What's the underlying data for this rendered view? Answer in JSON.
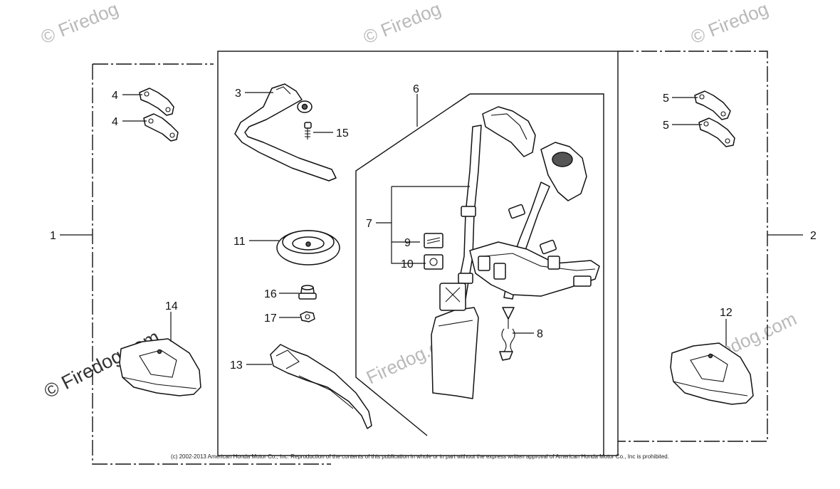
{
  "callouts": {
    "c1": "1",
    "c2": "2",
    "c3": "3",
    "c4a": "4",
    "c4b": "4",
    "c5a": "5",
    "c5b": "5",
    "c6": "6",
    "c7": "7",
    "c8": "8",
    "c9": "9",
    "c10": "10",
    "c11": "11",
    "c12": "12",
    "c13": "13",
    "c14": "14",
    "c15": "15",
    "c16": "16",
    "c17": "17"
  },
  "watermarks": {
    "brand": "© Firedog",
    "brand_com": "Firedog.com",
    "brand_left": "© Firedog.com"
  },
  "copyright": "(c) 2002-2013 American Honda Motor Co., Inc. Reproduction of the contents of this publication in whole or in part without the express written approval of American Honda Motor Co., Inc is prohibited.",
  "colors": {
    "ink": "#111111",
    "watermark": "#b9b9b9",
    "background": "#ffffff"
  }
}
